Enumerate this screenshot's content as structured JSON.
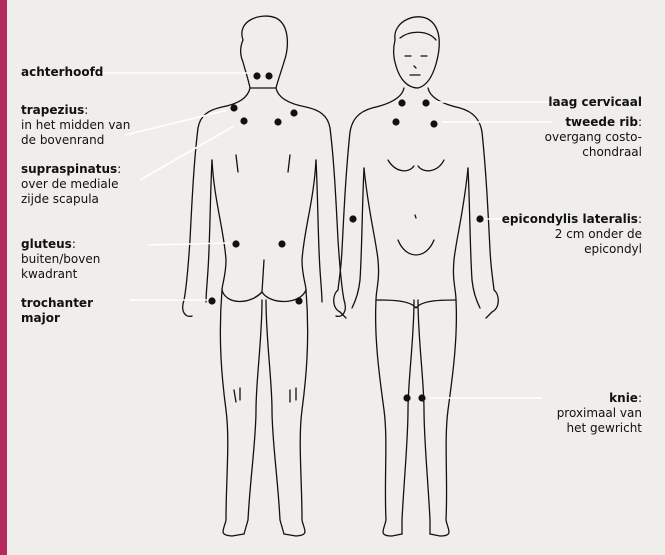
{
  "labels": {
    "achterhoofd": {
      "title": "achterhoofd",
      "lines": []
    },
    "trapezius": {
      "title": "trapezius",
      "colon": ":",
      "lines": [
        "in het midden van",
        "de bovenrand"
      ]
    },
    "supraspinatus": {
      "title": "supraspinatus",
      "colon": ":",
      "lines": [
        "over de mediale",
        "zijde scapula"
      ]
    },
    "gluteus": {
      "title": "gluteus",
      "colon": ":",
      "lines": [
        "buiten/boven",
        "kwadrant"
      ]
    },
    "trochanter": {
      "title1": "trochanter",
      "title2": "major"
    },
    "laag_cervicaal": {
      "title": "laag cervicaal"
    },
    "tweede_rib": {
      "title": "tweede rib",
      "colon": ":",
      "lines": [
        "overgang costo-",
        "chondraal"
      ]
    },
    "epicondylis": {
      "title": "epicondylis lateralis",
      "colon": ":",
      "lines": [
        "2 cm onder de",
        "epicondyl"
      ]
    },
    "knie": {
      "title": "knie",
      "colon": ":",
      "lines": [
        "proximaal van",
        "het gewricht"
      ]
    }
  },
  "colors": {
    "accent": "#b52a5c",
    "background": "#f0eeeb",
    "ink": "#111111"
  }
}
